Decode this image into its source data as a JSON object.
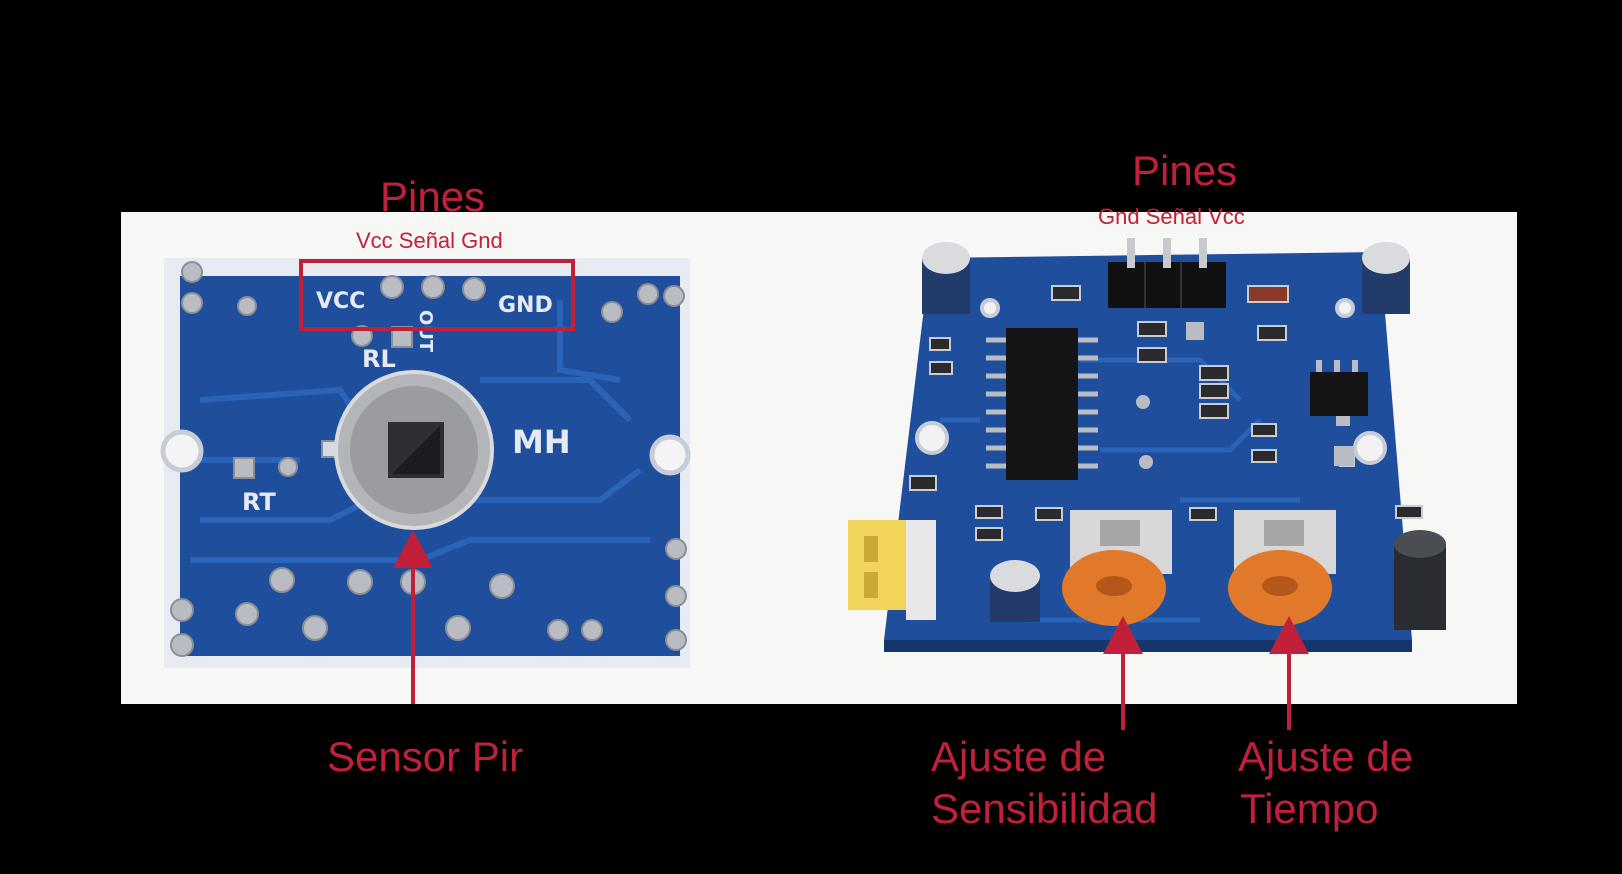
{
  "annotations": {
    "left_pins_title": "Pines",
    "left_pins_order": "Vcc Señal Gnd",
    "right_pins_title": "Pines",
    "right_pins_order": "Gnd Señal Vcc",
    "sensor_label": "Sensor Pir",
    "sensitivity_label_line1": "Ajuste de",
    "sensitivity_label_line2": "Sensibilidad",
    "time_label_line1": "Ajuste de",
    "time_label_line2": "Tiempo"
  },
  "silkscreen": {
    "vcc": "VCC",
    "gnd": "GND",
    "out": "OUT",
    "rl": "RL",
    "rt": "RT",
    "mh": "MH"
  },
  "colors": {
    "annotation": "#c0203a",
    "pcb": "#1f4f9c",
    "background": "#000000",
    "photo_bg": "#f7f7f5",
    "potentiometer": "#e07a2a"
  }
}
